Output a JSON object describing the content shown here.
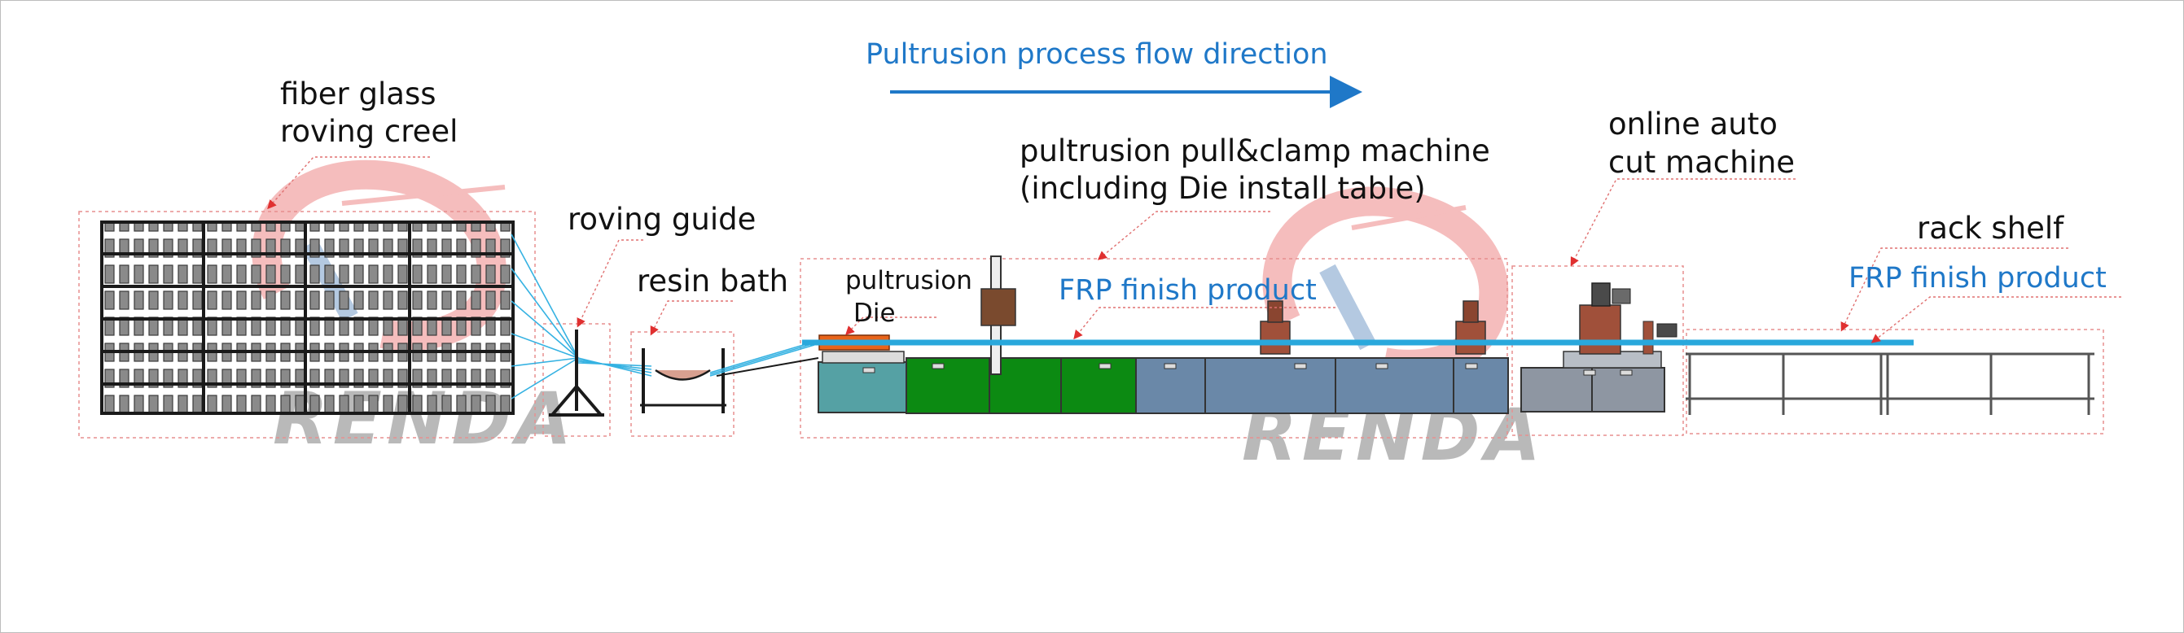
{
  "flow": {
    "title": "Pultrusion process flow direction",
    "color": "#1f78c8"
  },
  "labels": {
    "creel_l1": "fiber glass",
    "creel_l2": "roving creel",
    "roving_guide": "roving guide",
    "resin_bath": "resin bath",
    "die_l1": "pultrusion",
    "die_l2": "Die",
    "puller_l1": "pultrusion pull&clamp machine",
    "puller_l2": "(including Die install table)",
    "product_1": "FRP  finish  product",
    "cutter_l1": "online  auto",
    "cutter_l2": "cut machine",
    "rack": "rack shelf",
    "product_2": "FRP  finish  product"
  },
  "watermark": {
    "text_1": "RENDA",
    "text_2": "RENDA"
  },
  "colors": {
    "profile": "#29a8dc",
    "die": "#e8641a",
    "green_cabinet": "#0c8a12",
    "blue_cabinet": "#6a88a8",
    "teal_cabinet": "#55a1a4",
    "grey_cabinet": "#8e96a2",
    "leader": "#e03030",
    "watermark_red": "#f2a7a7"
  }
}
